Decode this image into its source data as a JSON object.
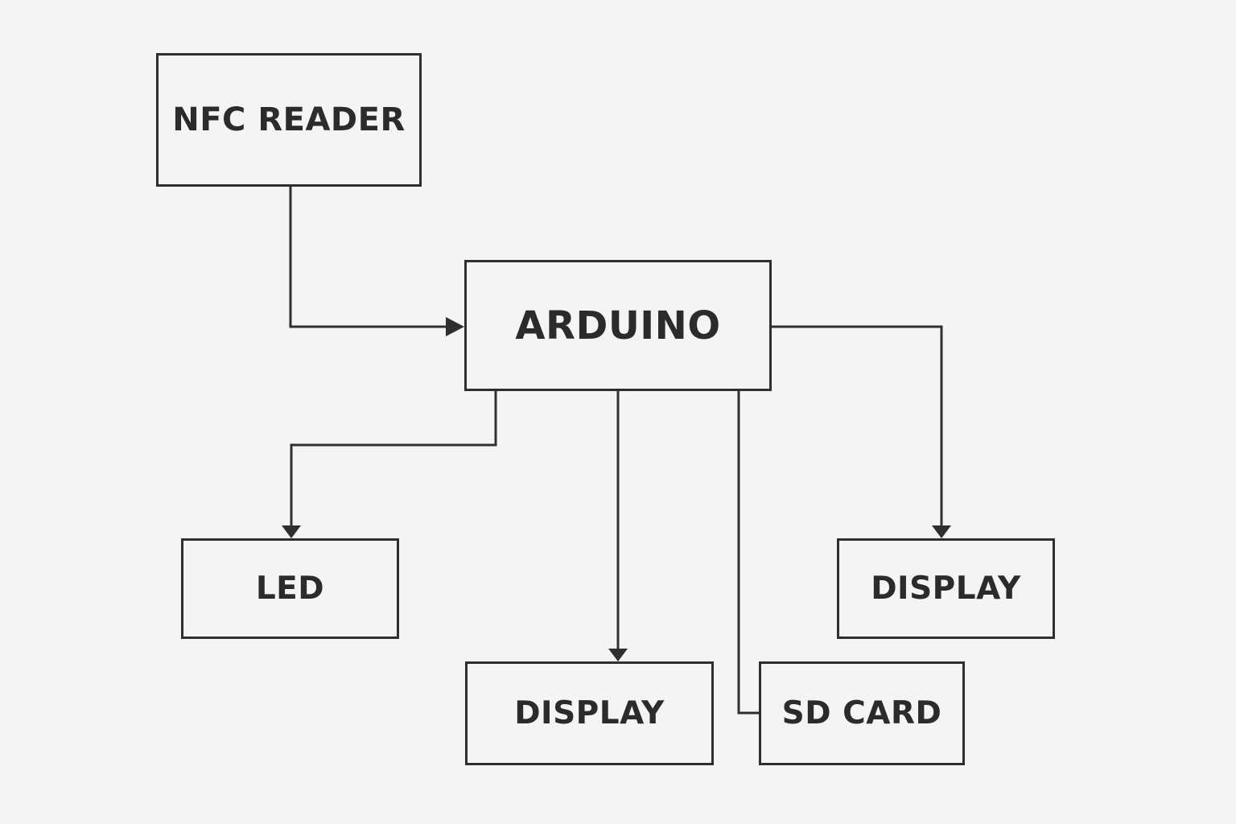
{
  "blocks": {
    "nfc_reader": "NFC READER",
    "arduino": "ARDUINO",
    "led": "LED",
    "display_bottom": "DISPLAY",
    "sd_card": "SD CARD",
    "display_right": "DISPLAY"
  },
  "connections": [
    {
      "from": "nfc_reader",
      "to": "arduino",
      "arrow": true
    },
    {
      "from": "arduino",
      "to": "led",
      "arrow": true
    },
    {
      "from": "arduino",
      "to": "display_bottom",
      "arrow": true
    },
    {
      "from": "arduino",
      "to": "sd_card",
      "arrow": false
    },
    {
      "from": "arduino",
      "to": "display_right",
      "arrow": true
    }
  ],
  "colors": {
    "background": "#f4f4f4",
    "line": "#2f2f2f",
    "text": "#2b2b2b"
  }
}
